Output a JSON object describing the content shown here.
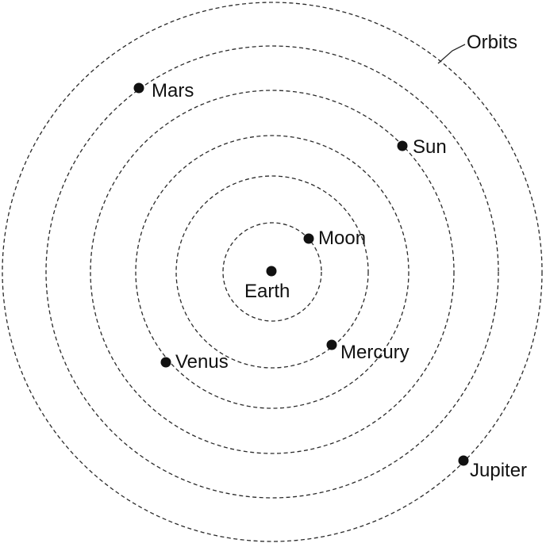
{
  "orbits_label": "Orbits",
  "bodies": [
    {
      "name": "Earth"
    },
    {
      "name": "Moon"
    },
    {
      "name": "Mercury"
    },
    {
      "name": "Venus"
    },
    {
      "name": "Sun"
    },
    {
      "name": "Mars"
    },
    {
      "name": "Jupiter"
    }
  ],
  "colors": {
    "line": "#2a2a2a",
    "dot": "#111111",
    "background": "#ffffff"
  }
}
